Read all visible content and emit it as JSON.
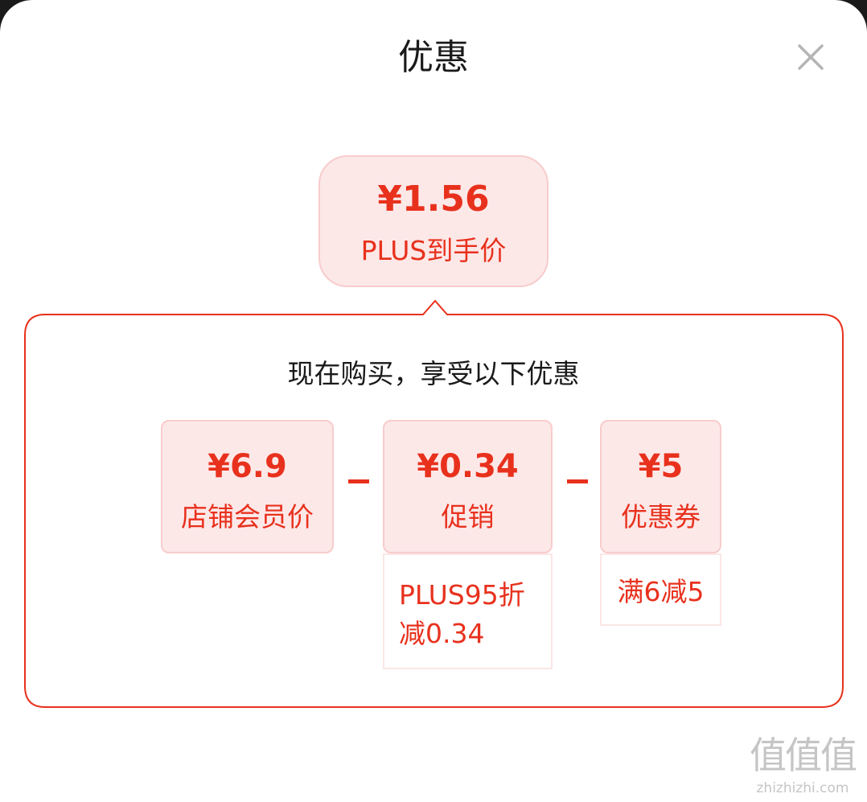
{
  "dialog": {
    "title": "优惠",
    "close_icon": "close-icon"
  },
  "summary": {
    "final_price": "¥1.56",
    "final_label": "PLUS到手价"
  },
  "breakdown": {
    "subtitle": "现在购买，享受以下优惠",
    "minus_symbol": "−",
    "items": [
      {
        "value": "¥6.9",
        "label": "店铺会员价"
      },
      {
        "value": "¥0.34",
        "label": "促销",
        "detail_lines": [
          "PLUS95折",
          "减0.34"
        ]
      },
      {
        "value": "¥5",
        "label": "优惠券",
        "detail_lines": [
          "满6减5"
        ]
      }
    ]
  },
  "colors": {
    "accent": "#e8311d",
    "card_bg": "#fde8e8",
    "card_border": "#f8cccc"
  },
  "watermark": {
    "glyphs": "值值值",
    "url": "zhizhizhi.com"
  }
}
